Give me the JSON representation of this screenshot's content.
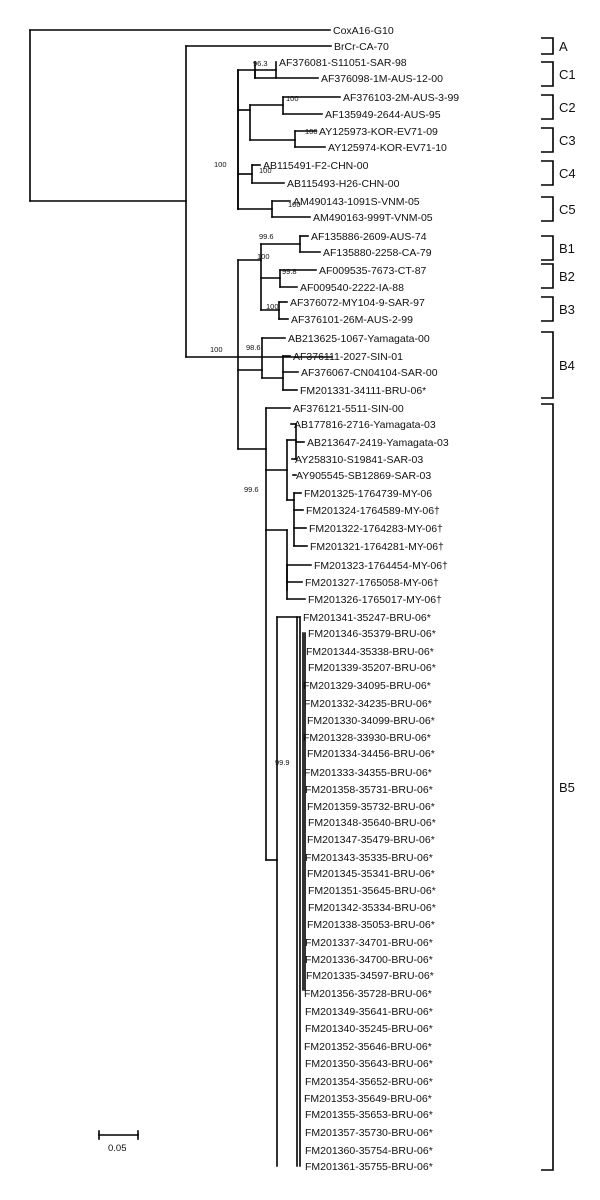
{
  "figure": {
    "taxa": [
      "CoxA16-G10",
      "BrCr-CA-70",
      "AF376081-S11051-SAR-98",
      "AF376098-1M-AUS-12-00",
      "AF376103-2M-AUS-3-99",
      "AF135949-2644-AUS-95",
      "AY125973-KOR-EV71-09",
      "AY125974-KOR-EV71-10",
      "AB115491-F2-CHN-00",
      "AB115493-H26-CHN-00",
      "AM490143-1091S-VNM-05",
      "AM490163-999T-VNM-05",
      "AF135886-2609-AUS-74",
      "AF135880-2258-CA-79",
      "AF009535-7673-CT-87",
      "AF009540-2222-IA-88",
      "AF376072-MY104-9-SAR-97",
      "AF376101-26M-AUS-2-99",
      "AB213625-1067-Yamagata-00",
      "AF376111-2027-SIN-01",
      "AF376067-CN04104-SAR-00",
      "FM201331-34111-BRU-06*",
      "AF376121-5511-SIN-00",
      "AB177816-2716-Yamagata-03",
      "AB213647-2419-Yamagata-03",
      "AY258310-S19841-SAR-03",
      "AY905545-SB12869-SAR-03",
      "FM201325-1764739-MY-06",
      "FM201324-1764589-MY-06†",
      "FM201322-1764283-MY-06†",
      "FM201321-1764281-MY-06†",
      "FM201323-1764454-MY-06†",
      "FM201327-1765058-MY-06†",
      "FM201326-1765017-MY-06†",
      "FM201341-35247-BRU-06*",
      "FM201346-35379-BRU-06*",
      "FM201344-35338-BRU-06*",
      "FM201339-35207-BRU-06*",
      "FM201329-34095-BRU-06*",
      "FM201332-34235-BRU-06*",
      "FM201330-34099-BRU-06*",
      "FM201328-33930-BRU-06*",
      "FM201334-34456-BRU-06*",
      "FM201333-34355-BRU-06*",
      "FM201358-35731-BRU-06*",
      "FM201359-35732-BRU-06*",
      "FM201348-35640-BRU-06*",
      "FM201347-35479-BRU-06*",
      "FM201343-35335-BRU-06*",
      "FM201345-35341-BRU-06*",
      "FM201351-35645-BRU-06*",
      "FM201342-35334-BRU-06*",
      "FM201338-35053-BRU-06*",
      "FM201337-34701-BRU-06*",
      "FM201336-34700-BRU-06*",
      "FM201335-34597-BRU-06*",
      "FM201356-35728-BRU-06*",
      "FM201349-35641-BRU-06*",
      "FM201340-35245-BRU-06*",
      "FM201352-35646-BRU-06*",
      "FM201350-35643-BRU-06*",
      "FM201354-35652-BRU-06*",
      "FM201353-35649-BRU-06*",
      "FM201355-35653-BRU-06*",
      "FM201357-35730-BRU-06*",
      "FM201360-35754-BRU-06*",
      "FM201361-35755-BRU-06*"
    ],
    "bootstrap_values": [
      "96.3",
      "100",
      "100",
      "100",
      "100",
      "100",
      "99.6",
      "100",
      "99.8",
      "100",
      "100",
      "98.6",
      "99.6",
      "99.9"
    ],
    "clades": [
      "A",
      "C1",
      "C2",
      "C3",
      "C4",
      "C5",
      "B1",
      "B2",
      "B3",
      "B4",
      "B5"
    ],
    "scale_bar_label": "0.05"
  }
}
